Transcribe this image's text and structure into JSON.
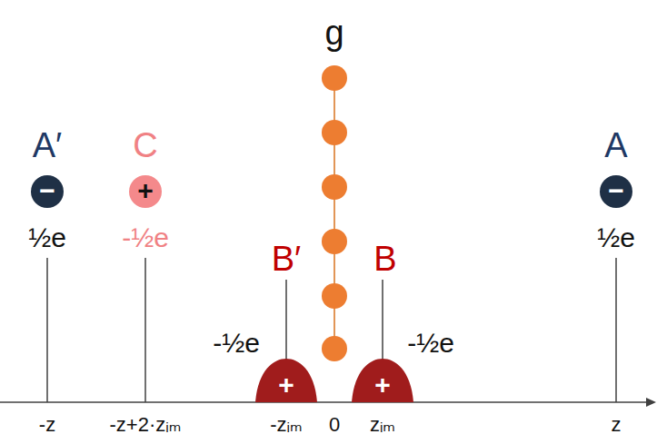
{
  "diagram": {
    "nodes": [
      {
        "text": [
          "A′",
          "−",
          "½e"
        ]
      },
      {
        "text": [
          "C",
          "+",
          "-½e"
        ]
      },
      {
        "text": [
          "B′",
          "+",
          "-½e"
        ]
      },
      {
        "text": [
          "B",
          "+",
          "-½e"
        ]
      },
      {
        "text": [
          "A",
          "−",
          "½e"
        ]
      }
    ],
    "labels": [
      "g",
      "-z",
      "-z+2·zᵢₘ",
      "-zᵢₘ",
      "0",
      "zᵢₘ",
      "z"
    ]
  }
}
